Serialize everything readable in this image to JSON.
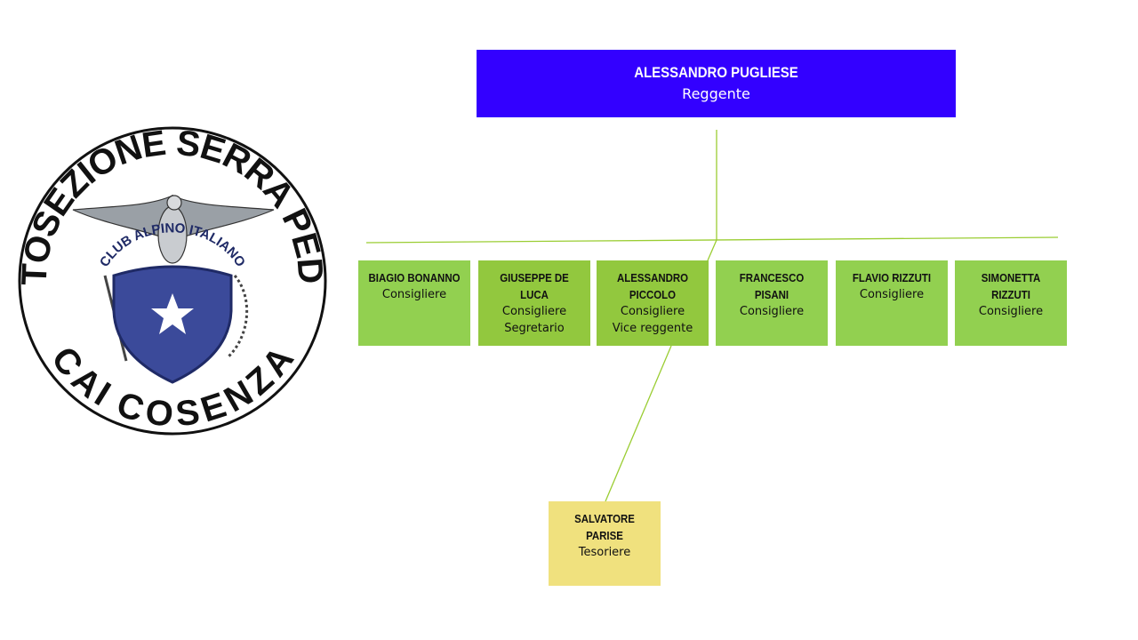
{
  "seal": {
    "text_top": "SOTTOSEZIONE SERRA PEDACE",
    "text_bottom": "CAI COSENZA",
    "shield_text": "CLUB ALPINO ITALIANO",
    "colors": {
      "shield": "#3b4a9a",
      "ink": "#111111"
    }
  },
  "top": {
    "name": "ALESSANDRO PUGLIESE",
    "role": "Reggente",
    "color": "#3300ff"
  },
  "members": [
    {
      "name": "BIAGIO BONANNO",
      "roles": [
        "Consigliere"
      ]
    },
    {
      "name": "GIUSEPPE DE LUCA",
      "roles": [
        "Consigliere",
        "Segretario"
      ]
    },
    {
      "name": "ALESSANDRO PICCOLO",
      "roles": [
        "Consigliere",
        "Vice reggente"
      ]
    },
    {
      "name": "FRANCESCO PISANI",
      "roles": [
        "Consigliere"
      ]
    },
    {
      "name": "FLAVIO RIZZUTI",
      "roles": [
        "Consigliere"
      ]
    },
    {
      "name": "SIMONETTA RIZZUTI",
      "roles": [
        "Consigliere"
      ]
    }
  ],
  "treasurer": {
    "name": "SALVATORE PARISE",
    "role": "Tesoriere",
    "color": "#f0e17e"
  },
  "colors": {
    "member": "#92d050",
    "connector": "#9acd32"
  }
}
